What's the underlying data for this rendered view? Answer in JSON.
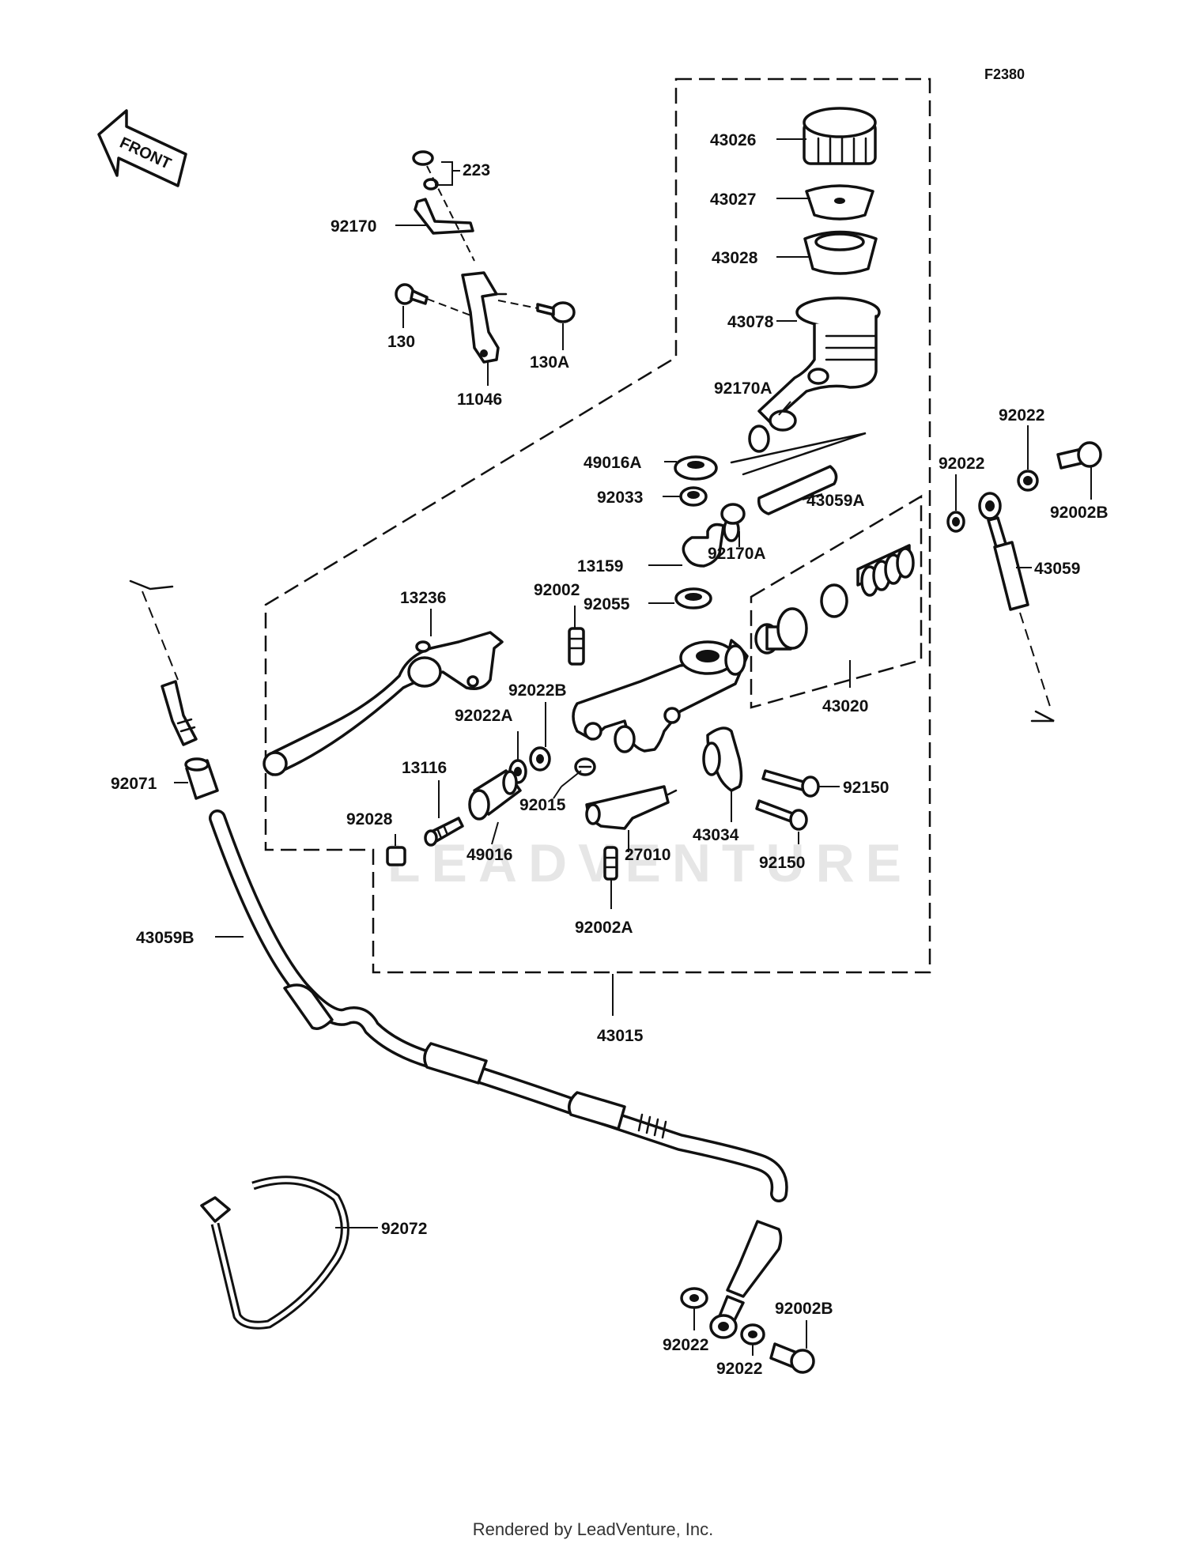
{
  "diagram": {
    "code": "F2380",
    "front_label": "FRONT",
    "watermark": "LEADVENTURE",
    "credit": "Rendered by LeadVenture, Inc.",
    "parts": {
      "p43026": "43026",
      "p43027": "43027",
      "p43028": "43028",
      "p43078": "43078",
      "p92170A_1": "92170A",
      "p49016A": "49016A",
      "p92033": "92033",
      "p43059A": "43059A",
      "p13159": "13159",
      "p92170A_2": "92170A",
      "p92002": "92002",
      "p92055": "92055",
      "p13236": "13236",
      "p92022B": "92022B",
      "p92022A": "92022A",
      "p13116": "13116",
      "p92015": "92015",
      "p92028": "92028",
      "p49016": "49016",
      "p27010": "27010",
      "p43034": "43034",
      "p92150_1": "92150",
      "p92150_2": "92150",
      "p92002A": "92002A",
      "p43020": "43020",
      "p43015": "43015",
      "p223": "223",
      "p92170": "92170",
      "p130": "130",
      "p130A": "130A",
      "p11046": "11046",
      "p92071": "92071",
      "p43059B": "43059B",
      "p92072": "92072",
      "p92022_r1": "92022",
      "p92022_r2": "92022",
      "p92002B_1": "92002B",
      "p43059": "43059",
      "p92022_b1": "92022",
      "p92022_b2": "92022",
      "p92002B_2": "92002B"
    }
  }
}
